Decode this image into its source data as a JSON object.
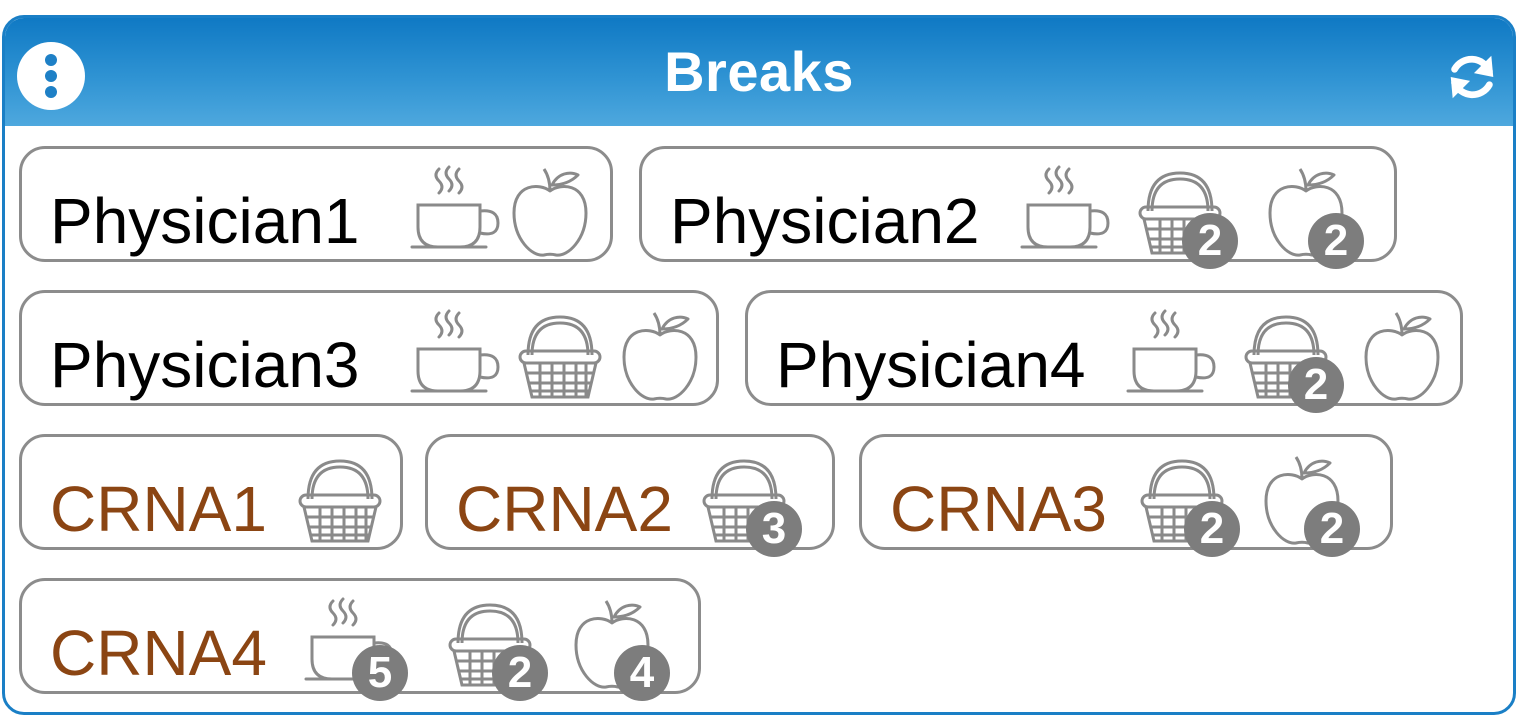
{
  "panel": {
    "title": "Breaks"
  },
  "chips": [
    {
      "label": "Physician1",
      "role": "physician",
      "badges": {
        "coffee": "",
        "basket": "",
        "apple": ""
      }
    },
    {
      "label": "Physician2",
      "role": "physician",
      "badges": {
        "coffee": "",
        "basket": "2",
        "apple": "2"
      }
    },
    {
      "label": "Physician3",
      "role": "physician",
      "badges": {
        "coffee": "",
        "basket": "",
        "apple": ""
      }
    },
    {
      "label": "Physician4",
      "role": "physician",
      "badges": {
        "coffee": "",
        "basket": "2",
        "apple": ""
      }
    },
    {
      "label": "CRNA1",
      "role": "crna",
      "badges": {
        "basket": ""
      }
    },
    {
      "label": "CRNA2",
      "role": "crna",
      "badges": {
        "basket": "3"
      }
    },
    {
      "label": "CRNA3",
      "role": "crna",
      "badges": {
        "basket": "2",
        "apple": "2"
      }
    },
    {
      "label": "CRNA4",
      "role": "crna",
      "badges": {
        "coffee": "5",
        "basket": "2",
        "apple": "4"
      }
    }
  ],
  "icons": {
    "menu": "vertical-dots-icon",
    "refresh": "refresh-icon",
    "coffee": "coffee-cup-icon",
    "basket": "basket-icon",
    "apple": "apple-icon"
  },
  "colors": {
    "header_top": "#0f79c4",
    "header_bottom": "#4ea8de",
    "physician_text": "#000000",
    "crna_text": "#8b4513",
    "badge": "#7d7d7d",
    "chip_border": "#8c8c8c"
  }
}
